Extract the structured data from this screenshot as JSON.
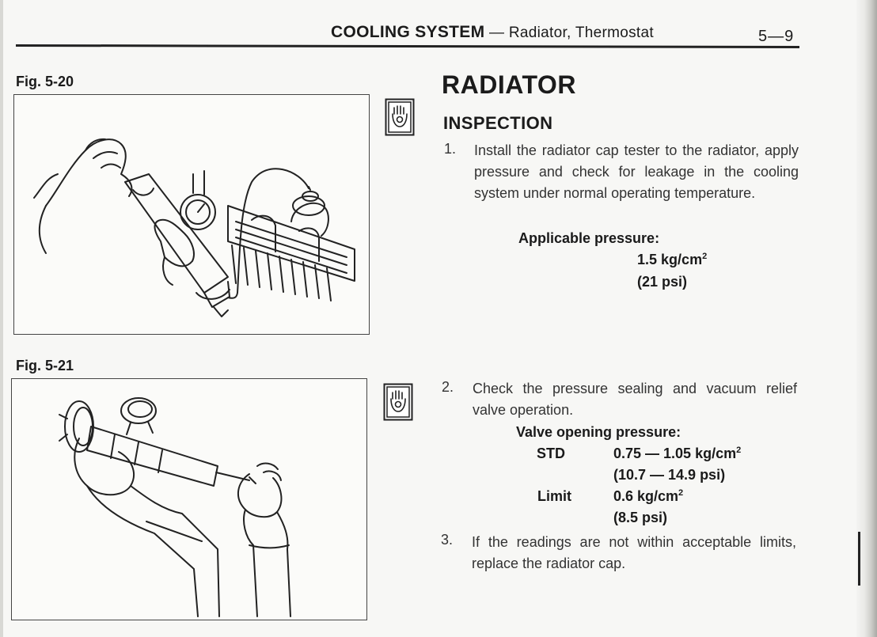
{
  "header": {
    "section": "COOLING SYSTEM",
    "separator": " — ",
    "subsection": "Radiator, Thermostat",
    "page": "5—9"
  },
  "figures": [
    {
      "label": "Fig. 5-20",
      "depicts": "radiator-cap-tester-on-radiator"
    },
    {
      "label": "Fig. 5-21",
      "depicts": "radiator-cap-on-tester"
    }
  ],
  "icons": [
    "inspection-hand-icon",
    "inspection-hand-icon"
  ],
  "section": {
    "title": "RADIATOR",
    "subtitle": "INSPECTION"
  },
  "steps": [
    {
      "number": "1.",
      "text": "Install the radiator cap tester to the radiator, apply pressure and check for leakage in the cooling system under normal operating temperature.",
      "spec_heading": "Applicable pressure:",
      "spec_value_unit": "kg/cm",
      "spec_value_number": "1.5",
      "spec_value_exp": "2",
      "spec_psi": "(21 psi)"
    },
    {
      "number": "2.",
      "text": "Check the pressure sealing and vacuum relief valve operation.",
      "spec_heading": "Valve opening pressure:",
      "std_label": "STD",
      "std_value": "0.75 — 1.05 kg/cm",
      "std_exp": "2",
      "std_psi": "(10.7 — 14.9 psi)",
      "limit_label": "Limit",
      "limit_value": "0.6 kg/cm",
      "limit_exp": "2",
      "limit_psi": "(8.5 psi)"
    },
    {
      "number": "3.",
      "text": "If the readings are not within acceptable limits, replace the radiator cap."
    }
  ]
}
